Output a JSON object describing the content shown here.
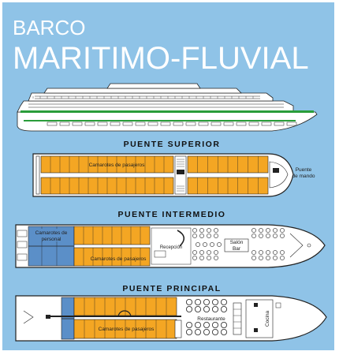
{
  "title": {
    "line1": "BARCO",
    "line2": "MARITIMO-FLUVIAL"
  },
  "colors": {
    "background": "#8fc3e7",
    "cabins": "#f4a623",
    "crew_cabins": "#5b8fc8",
    "hull": "#ffffff",
    "green_stripe": "#2a9d3a"
  },
  "decks": [
    {
      "name": "PUENTE SUPERIOR",
      "labels": {
        "cabins": "Camarotes de pasajeros",
        "bridge": "Puente de mando"
      }
    },
    {
      "name": "PUENTE INTERMEDIO",
      "labels": {
        "crew": "Camarotes de personal",
        "cabins": "Camarotes de pasajeros",
        "reception": "Recepción",
        "lounge": "Salón Bar"
      }
    },
    {
      "name": "PUENTE PRINCIPAL",
      "labels": {
        "cabins": "Camarotes de pasajeros",
        "restaurant": "Restaurante",
        "kitchen": "Cocina"
      }
    }
  ]
}
